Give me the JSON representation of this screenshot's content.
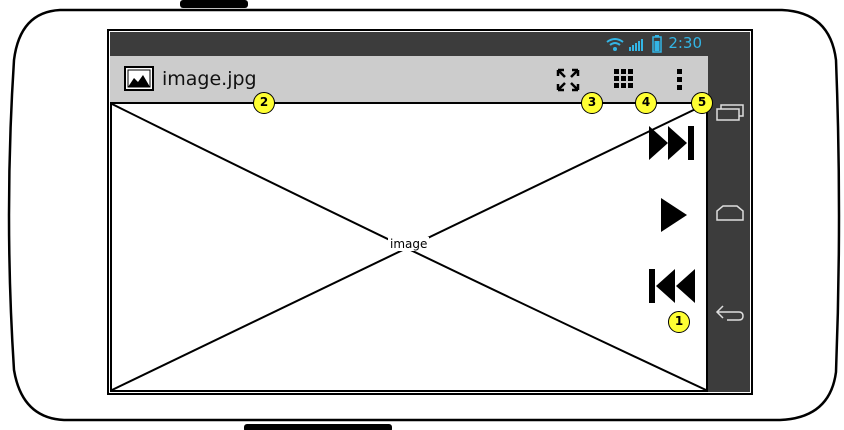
{
  "status_bar": {
    "time": "2:30",
    "icons": [
      "wifi-icon",
      "signal-icon",
      "battery-icon"
    ]
  },
  "action_bar": {
    "title": "image.jpg",
    "app_icon": "picture-icon",
    "actions": [
      "fullscreen-icon",
      "grid-icon",
      "overflow-menu-icon"
    ]
  },
  "content": {
    "image_placeholder_label": "image"
  },
  "media_controls": [
    "fast-forward-icon",
    "play-icon",
    "rewind-icon"
  ],
  "nav_bar": [
    "recent-apps-icon",
    "home-icon",
    "back-icon"
  ],
  "annotations": [
    "1",
    "2",
    "3",
    "4",
    "5"
  ],
  "colors": {
    "status_bar": "#3c3c3c",
    "action_bar": "#cccccc",
    "accent": "#33b5e5",
    "badge": "#ffff33"
  }
}
